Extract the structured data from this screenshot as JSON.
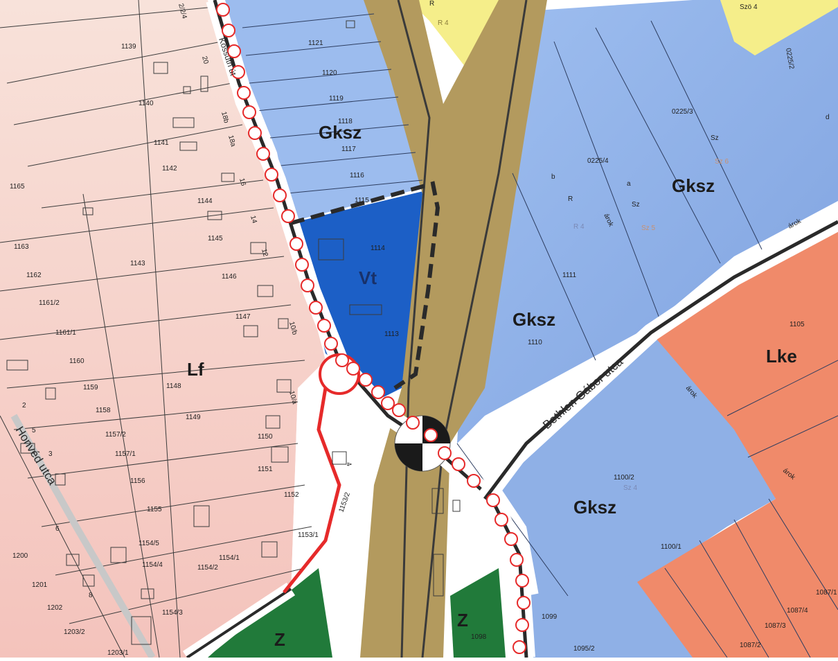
{
  "colors": {
    "lf_residential": "#f6cdc6",
    "lf_residential_light": "#f8e2da",
    "gksz_commercial": "#8fb0e6",
    "gksz_light": "#a8c4ef",
    "vt_town_center": "#1c5fc6",
    "lke_residential": "#f08a6a",
    "road_corridor": "#b39a5e",
    "yellow_zone": "#f5ee8a",
    "green_zone": "#217a3a",
    "white_area": "#ffffff",
    "red_marker": "#e62a2a"
  },
  "zones": {
    "lf": "Lf",
    "gksz_north": "Gksz",
    "gksz_east": "Gksz",
    "gksz_middle": "Gksz",
    "gksz_south": "Gksz",
    "vt": "Vt",
    "lke": "Lke",
    "z_left": "Z",
    "z_right": "Z"
  },
  "streets": {
    "honved": "Honvéd utca",
    "bethlen": "Bethlen Gábor utca",
    "top_road": "Kossuth út"
  },
  "plots_left": [
    "1139",
    "1140",
    "1141",
    "1142",
    "1144",
    "1145",
    "1146",
    "1147",
    "1148",
    "1149",
    "1150",
    "1151",
    "1152",
    "1153/1",
    "1143",
    "1165",
    "1163",
    "1162",
    "1161/2",
    "1161/1",
    "1160",
    "1159",
    "1158",
    "1157/2",
    "1157/1",
    "1156",
    "1155",
    "1154/5",
    "1154/4",
    "1154/2",
    "1154/1",
    "1154/3",
    "1200",
    "1201",
    "1202",
    "1203/2",
    "1203/1",
    "1153/2"
  ],
  "plots_right": [
    "1121",
    "1120",
    "1119",
    "1118",
    "1117",
    "1116",
    "1115",
    "1114",
    "1113",
    "1111",
    "1110",
    "1105",
    "1100/2",
    "1100/1",
    "1099",
    "1095/2",
    "1098",
    "0225/3",
    "0225/4",
    "0225/2",
    "1087/1",
    "1087/4",
    "1087/3",
    "1087/2"
  ],
  "house_numbers": [
    "20",
    "18b",
    "18a",
    "16",
    "14",
    "12",
    "10/b",
    "10/a",
    "4",
    "2",
    "5",
    "3",
    "6",
    "8",
    "2/2/4"
  ],
  "misc_labels": {
    "r4_a": "R 4",
    "r4_b": "R 4",
    "sz": "Sz",
    "sz_b": "Sz",
    "sz4": "Sz 4",
    "sz5": "Sz 5",
    "sz6": "Sz 6",
    "szo4": "Szö 4",
    "r_a": "R",
    "r_b": "R",
    "a": "a",
    "b": "b",
    "d": "d",
    "arok_a": "árok",
    "arok_b": "árok",
    "arok_c": "árok",
    "arok_d": "árok"
  }
}
